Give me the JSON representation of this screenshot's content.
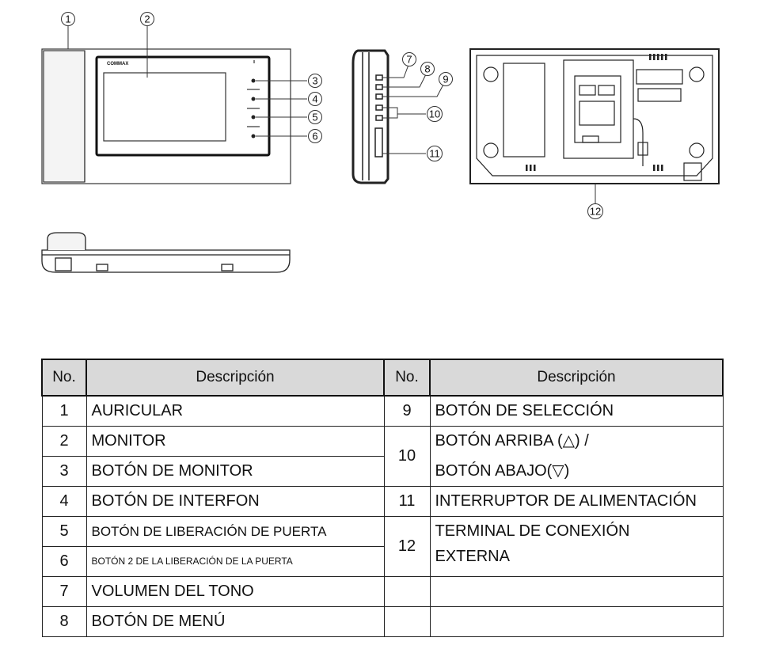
{
  "callouts": [
    "1",
    "2",
    "3",
    "4",
    "5",
    "6",
    "7",
    "8",
    "9",
    "10",
    "11",
    "12"
  ],
  "brand": "COMMAX",
  "table": {
    "headers": {
      "no": "No.",
      "desc": "Descripción"
    },
    "left": [
      {
        "no": "1",
        "desc": "AURICULAR"
      },
      {
        "no": "2",
        "desc": "MONITOR"
      },
      {
        "no": "3",
        "desc": "BOTÓN DE MONITOR"
      },
      {
        "no": "4",
        "desc": "BOTÓN DE INTERFON"
      },
      {
        "no": "5",
        "desc": "BOTÓN DE LIBERACIÓN DE PUERTA"
      },
      {
        "no": "6",
        "desc": "BOTÓN 2 DE LA LIBERACIÓN DE LA PUERTA"
      },
      {
        "no": "7",
        "desc": "VOLUMEN DEL TONO"
      },
      {
        "no": "8",
        "desc": "BOTÓN DE MENÚ"
      }
    ],
    "right": [
      {
        "no": "9",
        "desc": "BOTÓN DE SELECCIÓN"
      },
      {
        "no": "10",
        "desc_line1": "BOTÓN ARRIBA (△) /",
        "desc_line2": "BOTÓN ABAJO(▽)"
      },
      {
        "no": "11",
        "desc": "INTERRUPTOR DE ALIMENTACIÓN"
      },
      {
        "no": "12",
        "desc_line1": "TERMINAL DE CONEXIÓN",
        "desc_line2": "EXTERNA"
      }
    ]
  }
}
